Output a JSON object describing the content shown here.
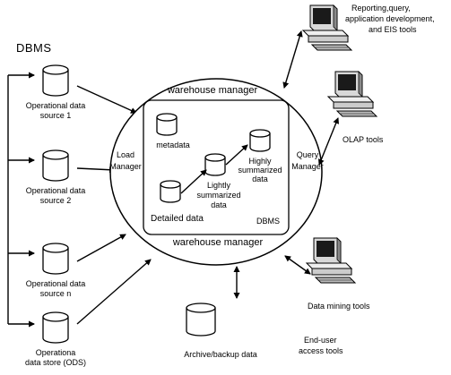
{
  "diagram": {
    "dbms_top": "DBMS",
    "dbms_inner": "DBMS",
    "warehouse_manager_top": "warehouse manager",
    "warehouse_manager_bottom": "warehouse manager",
    "load_manager": [
      "Load",
      "Manager"
    ],
    "query_manager": [
      "Query",
      "Manager"
    ],
    "metadata": "metadata",
    "detailed_data": "Detailed data",
    "lightly_summarized": [
      "Lightly",
      "summarized",
      "data"
    ],
    "highly_summarized": [
      "Highly",
      "summarized",
      "data"
    ],
    "sources": [
      [
        "Operational data",
        "source 1"
      ],
      [
        "Operational data",
        "source 2"
      ],
      [
        "Operational data",
        "source n"
      ],
      [
        "Operationa",
        "data store (ODS)"
      ]
    ],
    "archive": "Archive/backup data",
    "tools": {
      "reporting": [
        "Reporting,query,",
        "application development,",
        "and EIS tools"
      ],
      "olap": "OLAP tools",
      "mining": "Data mining tools"
    },
    "end_user": [
      "End-user",
      "access tools"
    ]
  },
  "colors": {
    "line": "#000000",
    "background": "#ffffff",
    "disk_top": "#ffffff",
    "computer_screen": "#1a1a1a"
  }
}
